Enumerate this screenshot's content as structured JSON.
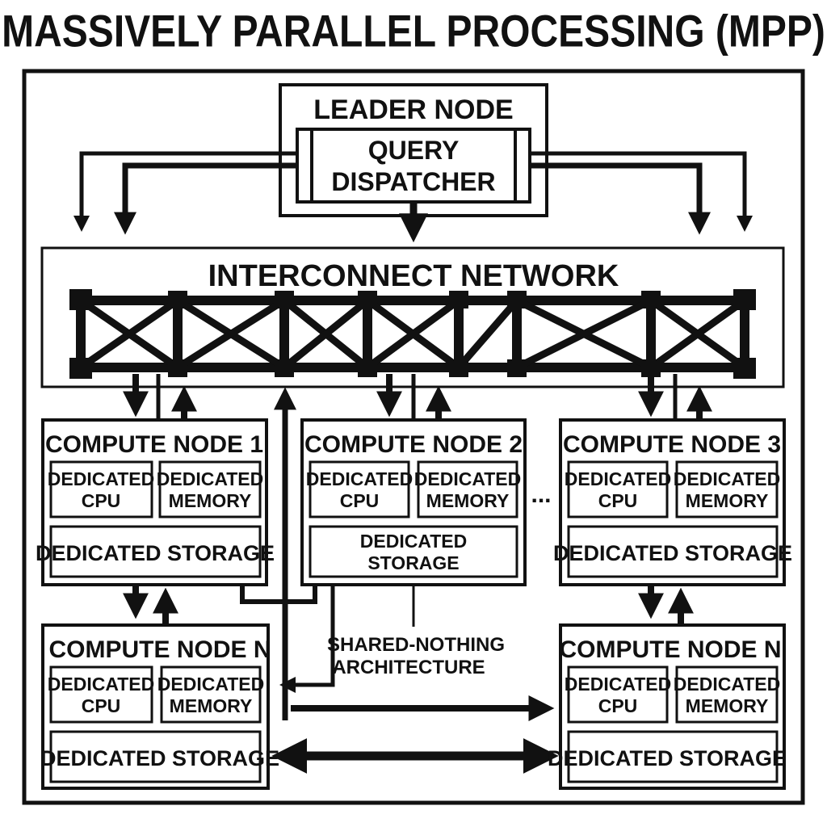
{
  "title": "MASSIVELY PARALLEL PROCESSING (MPP)",
  "leader": {
    "label": "LEADER NODE",
    "dispatcher_line1": "QUERY",
    "dispatcher_line2": "DISPATCHER"
  },
  "interconnect": {
    "label": "INTERCONNECT NETWORK"
  },
  "nodes": [
    {
      "title": "COMPUTE NODE 1",
      "cpu1": "DEDICATED",
      "cpu2": "CPU",
      "mem1": "DEDICATED",
      "mem2": "MEMORY",
      "storage1": "DEDICATED STORAGE",
      "storage2": ""
    },
    {
      "title": "COMPUTE NODE 2",
      "cpu1": "DEDICATED",
      "cpu2": "CPU",
      "mem1": "DEDICATED",
      "mem2": "MEMORY",
      "storage1": "DEDICATED",
      "storage2": "STORAGE"
    },
    {
      "title": "COMPUTE NODE 3",
      "cpu1": "DEDICATED",
      "cpu2": "CPU",
      "mem1": "DEDICATED",
      "mem2": "MEMORY",
      "storage1": "DEDICATED STORAGE",
      "storage2": ""
    },
    {
      "title": "COMPUTE NODE N",
      "cpu1": "DEDICATED",
      "cpu2": "CPU",
      "mem1": "DEDICATED",
      "mem2": "MEMORY",
      "storage1": "DEDICATED STORAGE",
      "storage2": ""
    },
    {
      "title": "COMPUTE NODE N",
      "cpu1": "DEDICATED",
      "cpu2": "CPU",
      "mem1": "DEDICATED",
      "mem2": "MEMORY",
      "storage1": "DEDICATED STORAGE",
      "storage2": ""
    }
  ],
  "ellipsis": "...",
  "annotation": {
    "line1": "SHARED-NOTHING",
    "line2": "ARCHITECTURE"
  }
}
